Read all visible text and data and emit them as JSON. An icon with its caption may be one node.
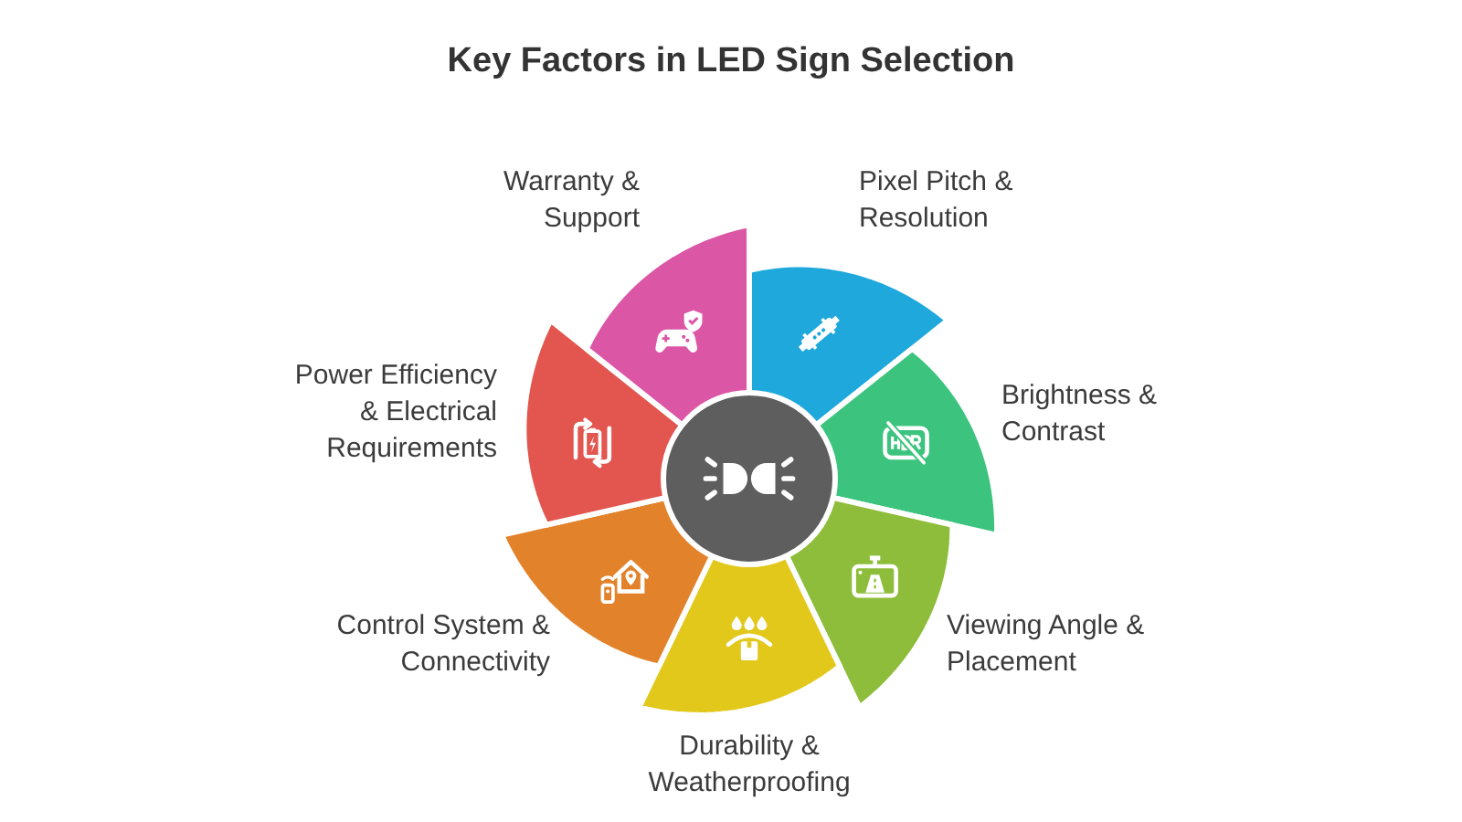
{
  "diagram": {
    "title": "Key Factors in LED Sign Selection",
    "nodes": [
      {
        "text": [],
        "shape": "circle"
      },
      {
        "text": [
          "Pixel Pitch & Resolution"
        ]
      },
      {
        "text": [
          "Brightness & Contrast"
        ]
      },
      {
        "text": [
          "Viewing Angle & Placement"
        ]
      },
      {
        "text": [
          "Durability & Weatherproofing"
        ]
      },
      {
        "text": [
          "Control System & Connectivity"
        ]
      },
      {
        "text": [
          "Power Efficiency & Electrical Requirements"
        ]
      },
      {
        "text": [
          "Warranty & Support"
        ]
      }
    ]
  }
}
